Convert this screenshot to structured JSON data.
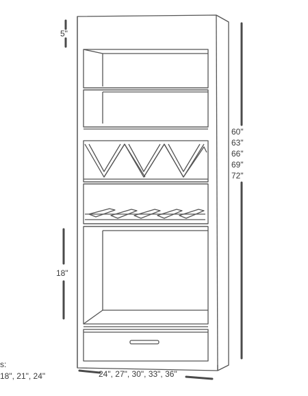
{
  "dimensions": {
    "top_gap": "5\"",
    "bottom_section": "18\"",
    "heights": [
      "60\"",
      "63\"",
      "66\"",
      "69\"",
      "72\""
    ],
    "widths": "24\", 27\", 30\", 33\", 36\"",
    "depth_label": "s:",
    "depths": "18\", 21\", 24\""
  },
  "colors": {
    "line": "#555555",
    "dim_line": "#4a4a4a",
    "text": "#3a3a3a"
  }
}
